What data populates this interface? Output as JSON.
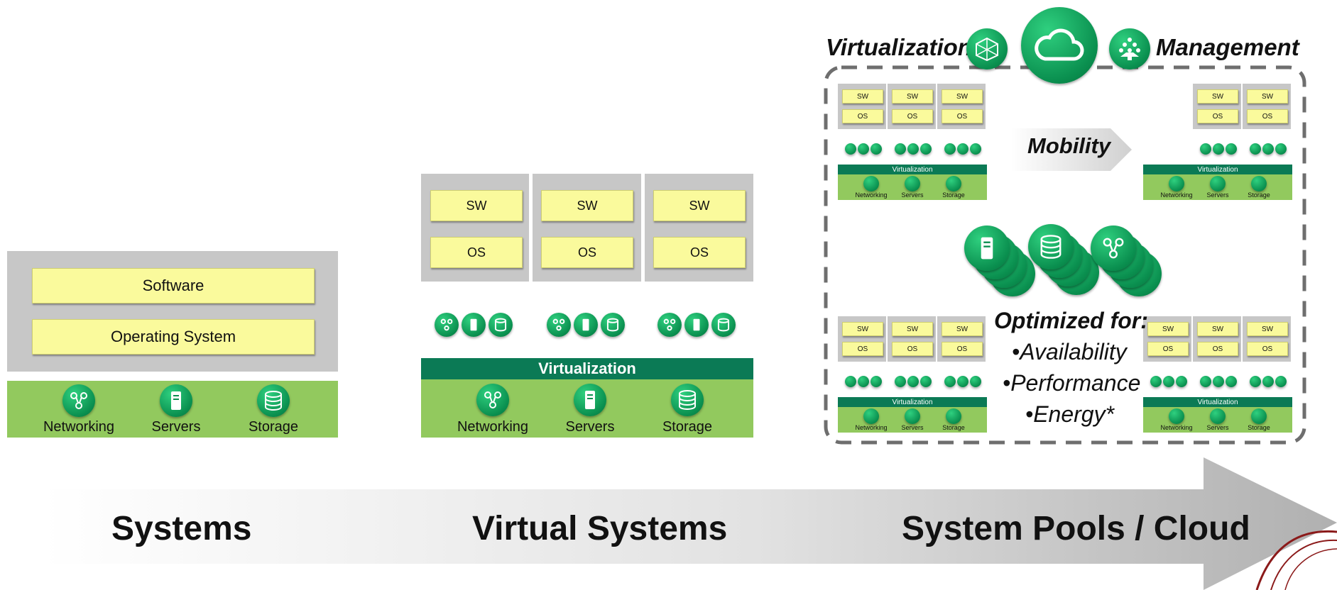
{
  "stage1": {
    "software": "Software",
    "os": "Operating System",
    "networking": "Networking",
    "servers": "Servers",
    "storage": "Storage"
  },
  "stage2": {
    "sw": "SW",
    "os": "OS",
    "virtualization": "Virtualization",
    "networking": "Networking",
    "servers": "Servers",
    "storage": "Storage"
  },
  "stage3": {
    "virtualization_title": "Virtualization",
    "management_title": "Management",
    "mobility": "Mobility",
    "optimized_for": "Optimized for:",
    "availability": "•Availability",
    "performance": "•Performance",
    "energy": "•Energy*",
    "sw": "SW",
    "os": "OS",
    "virtualization": "Virtualization",
    "networking": "Networking",
    "servers": "Servers",
    "storage": "Storage"
  },
  "arrow": {
    "systems": "Systems",
    "virtual_systems": "Virtual Systems",
    "system_pools": "System Pools / Cloud"
  },
  "colors": {
    "green_band": "#92c95e",
    "virtualization_bar": "#0b7a55",
    "yellow_box": "#fafa9c",
    "gray_panel": "#c7c7c7",
    "icon_green": "#0a8f4f"
  }
}
